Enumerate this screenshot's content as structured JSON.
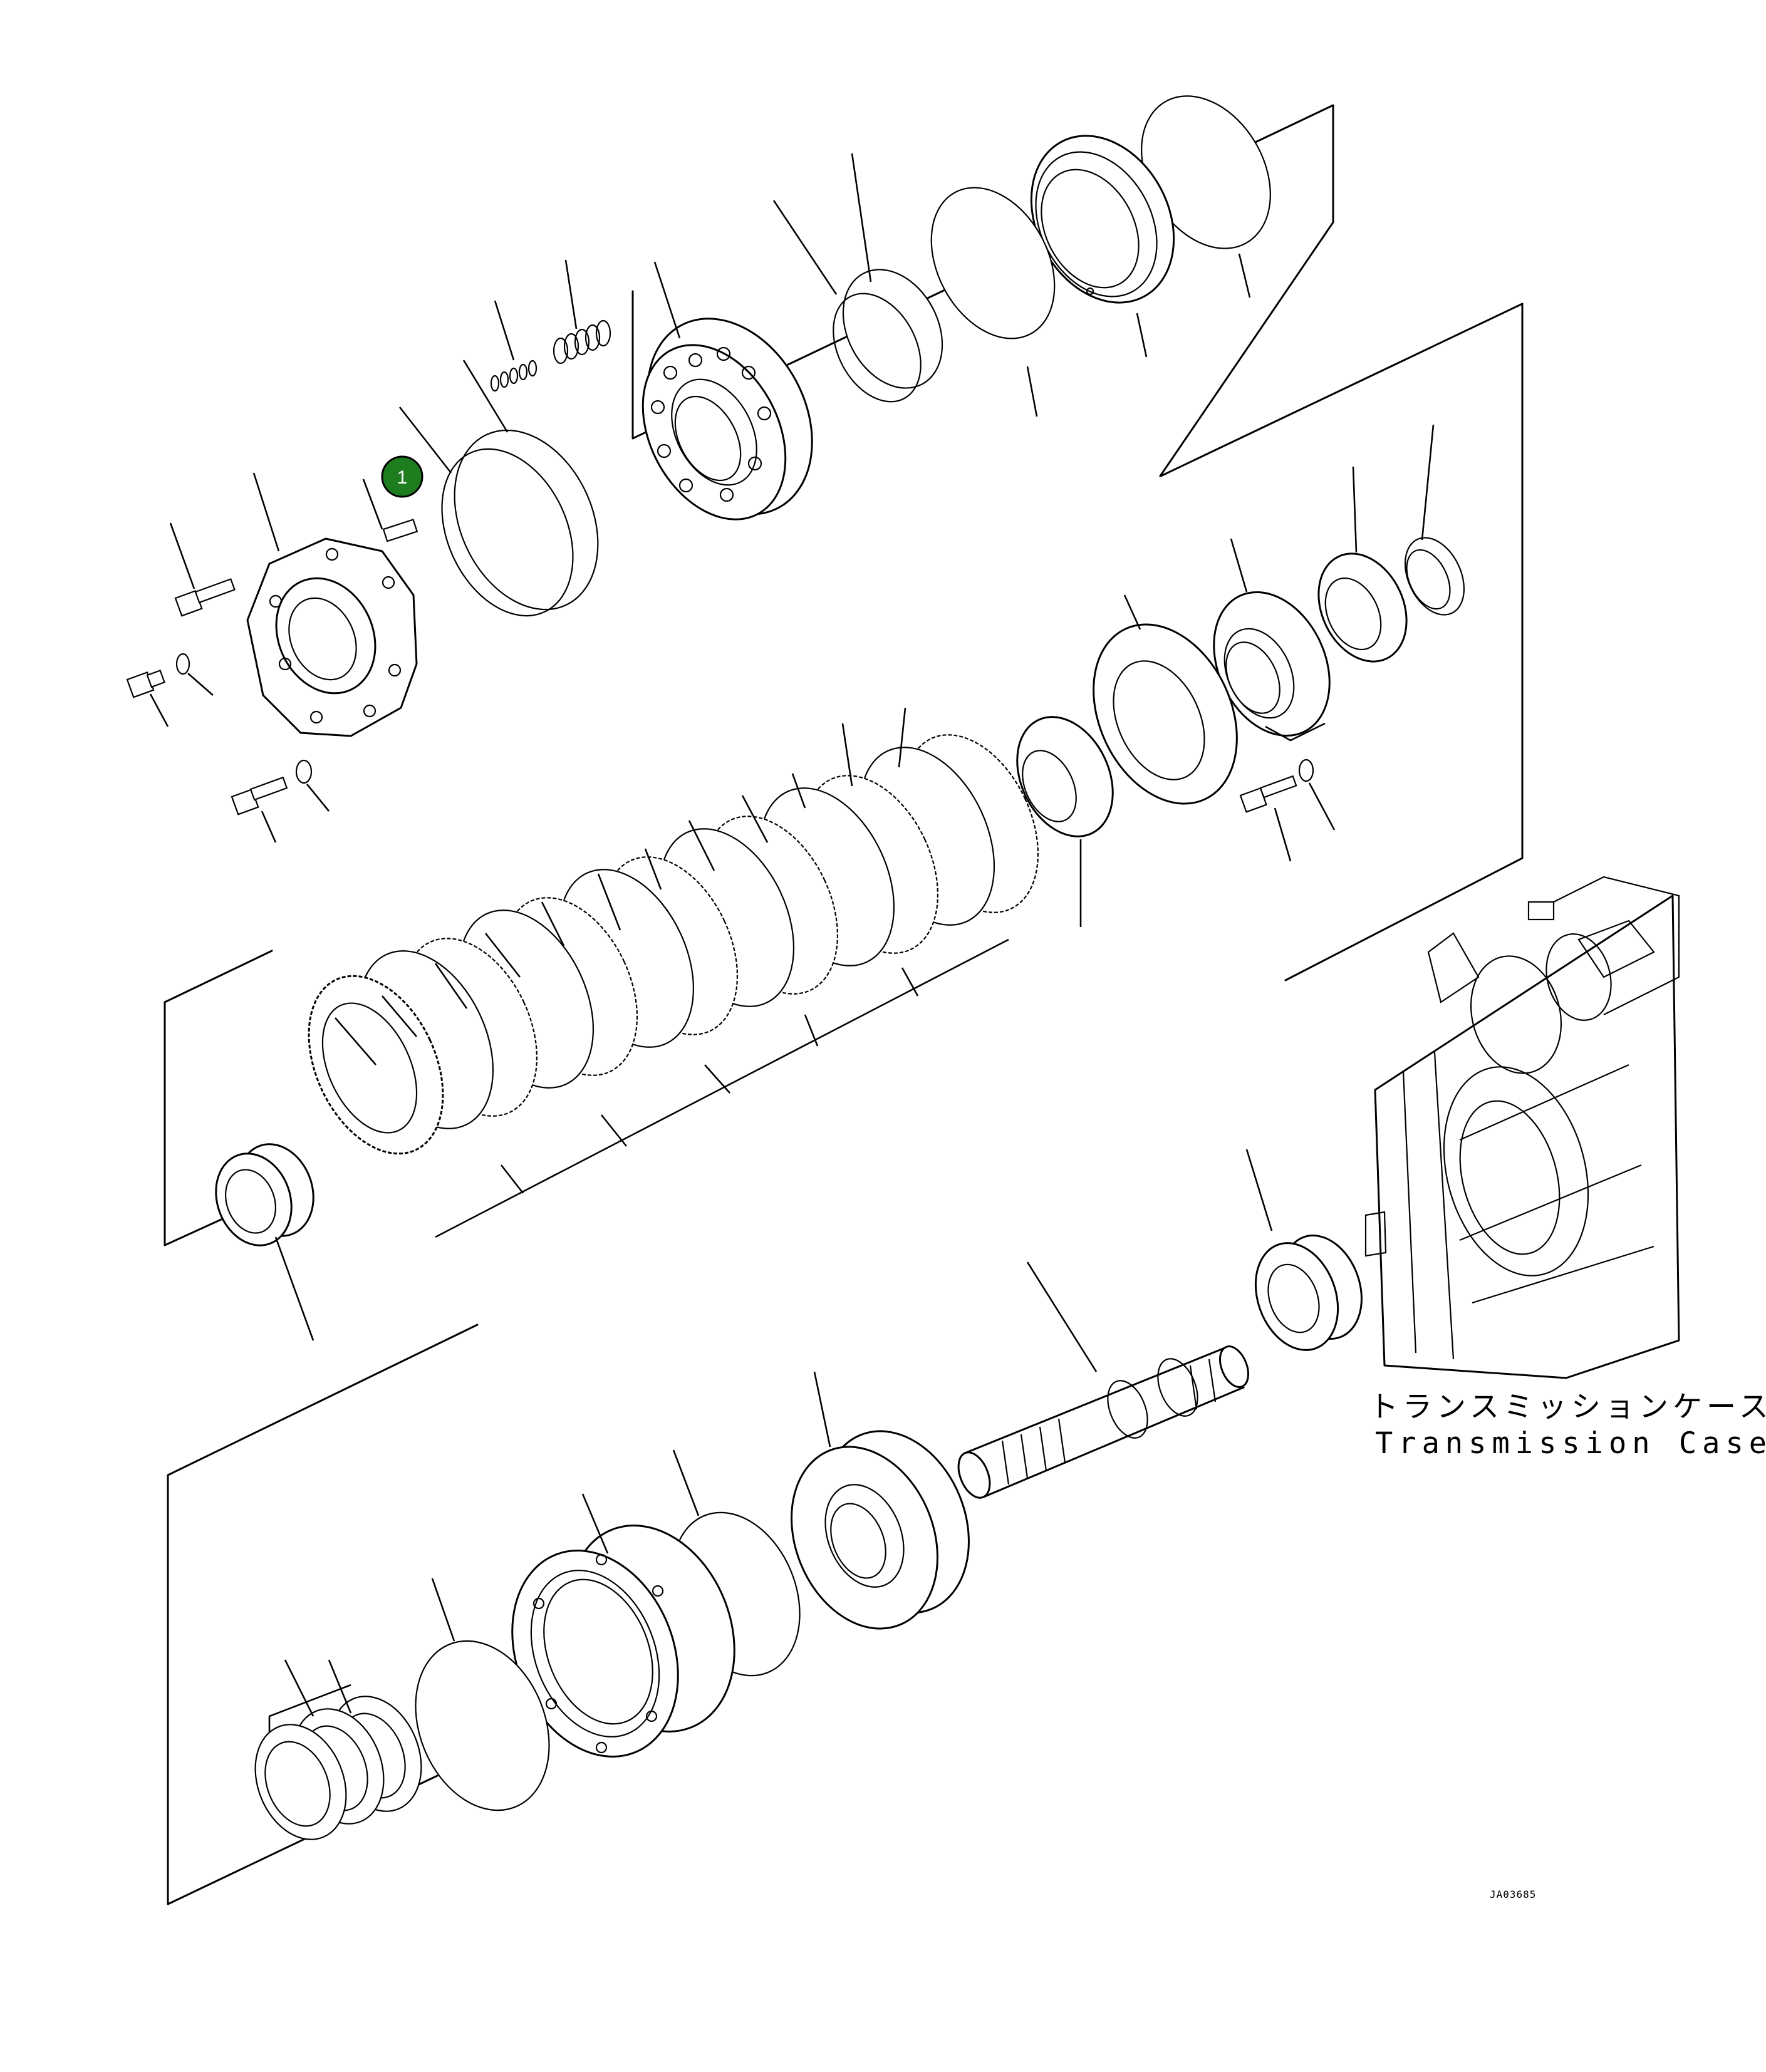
{
  "callouts": [
    {
      "number": "1",
      "color": "#1e7d1e"
    }
  ],
  "assembly_label": {
    "japanese": "トランスミッションケース",
    "english": "Transmission Case"
  },
  "drawing_code": "JA03685"
}
